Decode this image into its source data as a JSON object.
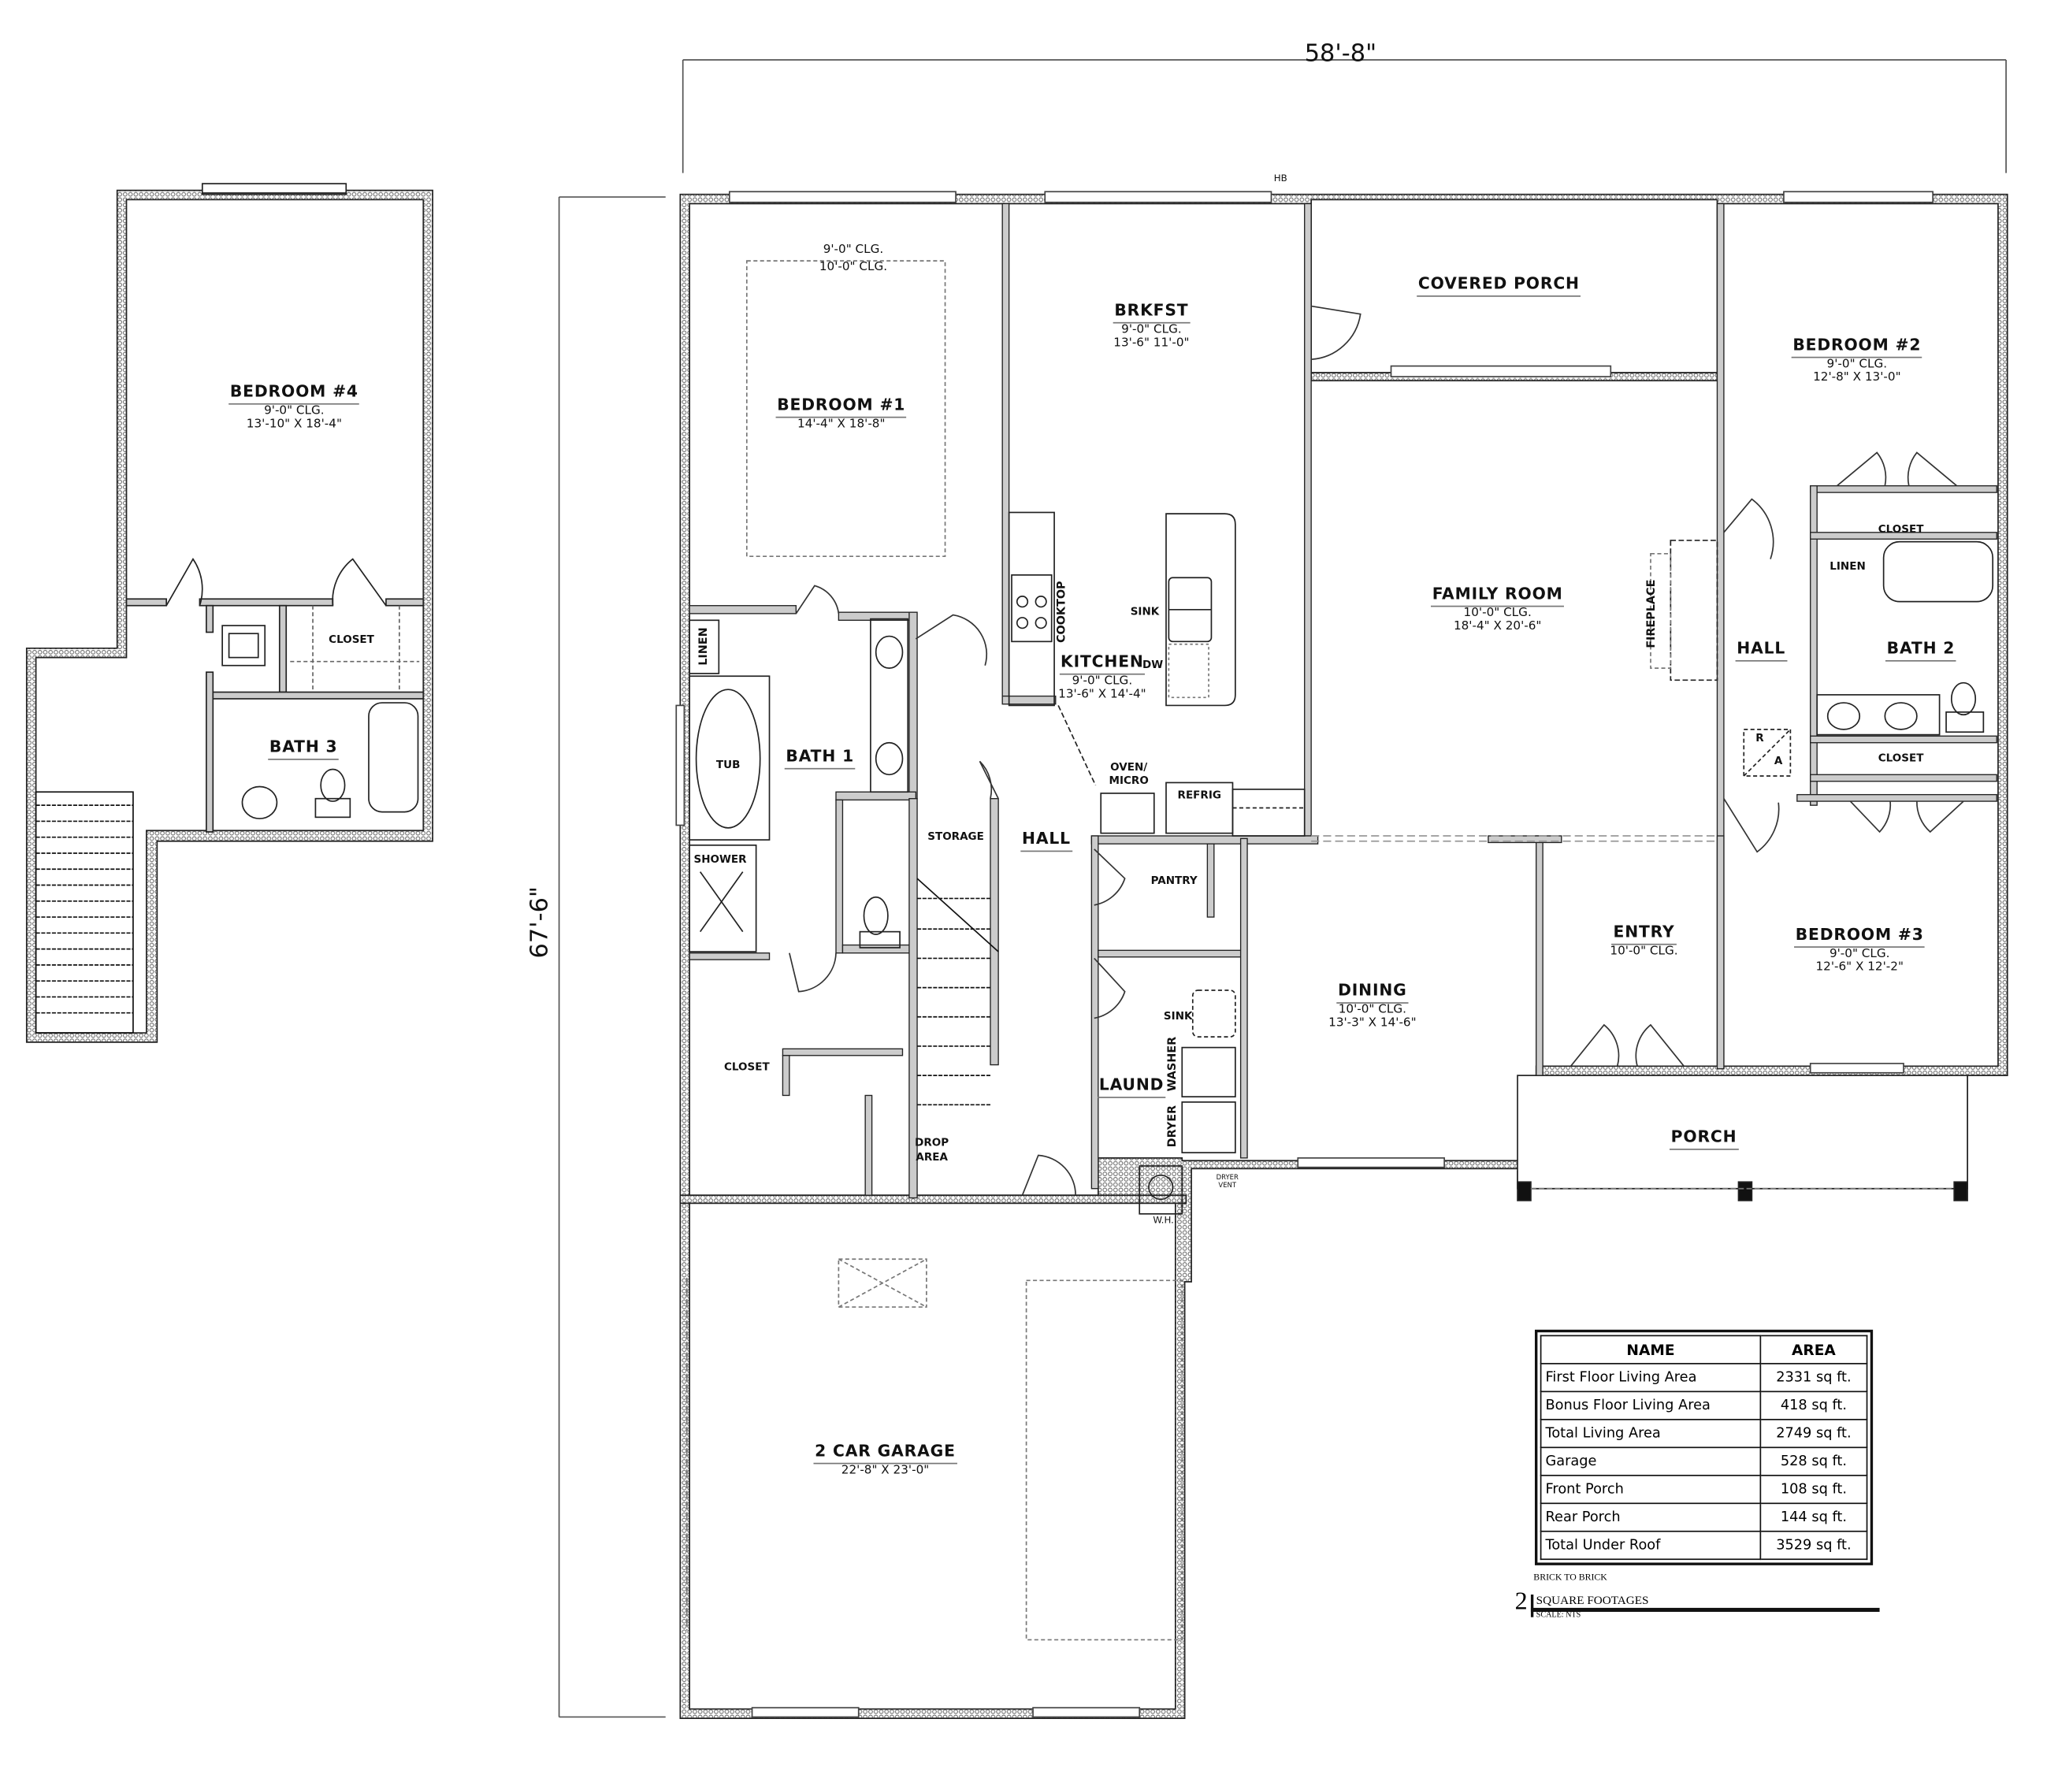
{
  "dimensions": {
    "overall_width": "58'-8\"",
    "overall_depth": "67'-6\""
  },
  "bonus_floor": {
    "rooms": [
      {
        "name": "BEDROOM #4",
        "ceiling": "9'-0\" CLG.",
        "size": "13'-10\" X 18'-4\""
      },
      {
        "name": "CLOSET"
      },
      {
        "name": "BATH 3"
      }
    ]
  },
  "first_floor": {
    "rooms": [
      {
        "name": "BEDROOM #1",
        "ceiling_1": "9'-0\" CLG.",
        "ceiling_2": "10'-0\" CLG.",
        "size": "14'-4\" X 18'-8\""
      },
      {
        "name": "BRKFST",
        "ceiling": "9'-0\" CLG.",
        "size": "13'-6\" 11'-0\""
      },
      {
        "name": "COVERED PORCH"
      },
      {
        "name": "BEDROOM #2",
        "ceiling": "9'-0\" CLG.",
        "size": "12'-8\" X 13'-0\""
      },
      {
        "name": "FAMILY ROOM",
        "ceiling": "10'-0\" CLG.",
        "size": "18'-4\" X 20'-6\""
      },
      {
        "name": "KITCHEN",
        "ceiling": "9'-0\" CLG.",
        "size": "13'-6\" X 14'-4\""
      },
      {
        "name": "BATH 1"
      },
      {
        "name": "BATH 2"
      },
      {
        "name": "HALL"
      },
      {
        "name": "HALL"
      },
      {
        "name": "DINING",
        "ceiling": "10'-0\" CLG.",
        "size": "13'-3\" X 14'-6\""
      },
      {
        "name": "ENTRY",
        "ceiling": "10'-0\" CLG."
      },
      {
        "name": "BEDROOM #3",
        "ceiling": "9'-0\" CLG.",
        "size": "12'-6\" X 12'-2\""
      },
      {
        "name": "LAUND"
      },
      {
        "name": "PORCH"
      },
      {
        "name": "2 CAR GARAGE",
        "size": "22'-8\" X 23'-0\""
      }
    ],
    "fixtures": {
      "linen_1": "LINEN",
      "linen_2": "LINEN",
      "tub": "TUB",
      "shower": "SHOWER",
      "storage": "STORAGE",
      "closet_bed1": "CLOSET",
      "closet_b2_top": "CLOSET",
      "closet_b2_bottom": "CLOSET",
      "cooktop": "COOKTOP",
      "sink_kitchen": "SINK",
      "dw": "DW",
      "oven": "OVEN/",
      "micro": "MICRO",
      "refrig": "REFRIG",
      "pantry": "PANTRY",
      "sink_laundry": "SINK",
      "washer": "WASHER",
      "dryer": "DRYER",
      "dryer_vent_1": "DRYER",
      "dryer_vent_2": "VENT",
      "drop_1": "DROP",
      "drop_2": "AREA",
      "wh": "W.H.",
      "fireplace": "FIREPLACE",
      "ra_r": "R",
      "ra_a": "A",
      "hb": "HB"
    }
  },
  "area_table": {
    "headers": {
      "name": "NAME",
      "area": "AREA"
    },
    "rows": [
      {
        "name": "First Floor Living Area",
        "area": "2331 sq ft."
      },
      {
        "name": "Bonus Floor Living Area",
        "area": "418 sq ft."
      },
      {
        "name": "Total Living Area",
        "area": "2749 sq ft."
      },
      {
        "name": "Garage",
        "area": "528 sq ft."
      },
      {
        "name": "Front Porch",
        "area": "108 sq ft."
      },
      {
        "name": "Rear Porch",
        "area": "144 sq ft."
      },
      {
        "name": "Total Under Roof",
        "area": "3529 sq ft."
      }
    ]
  },
  "title_block": {
    "note": "BRICK TO BRICK",
    "number": "2",
    "title": "SQUARE FOOTAGES",
    "scale": "SCALE: NTS"
  }
}
